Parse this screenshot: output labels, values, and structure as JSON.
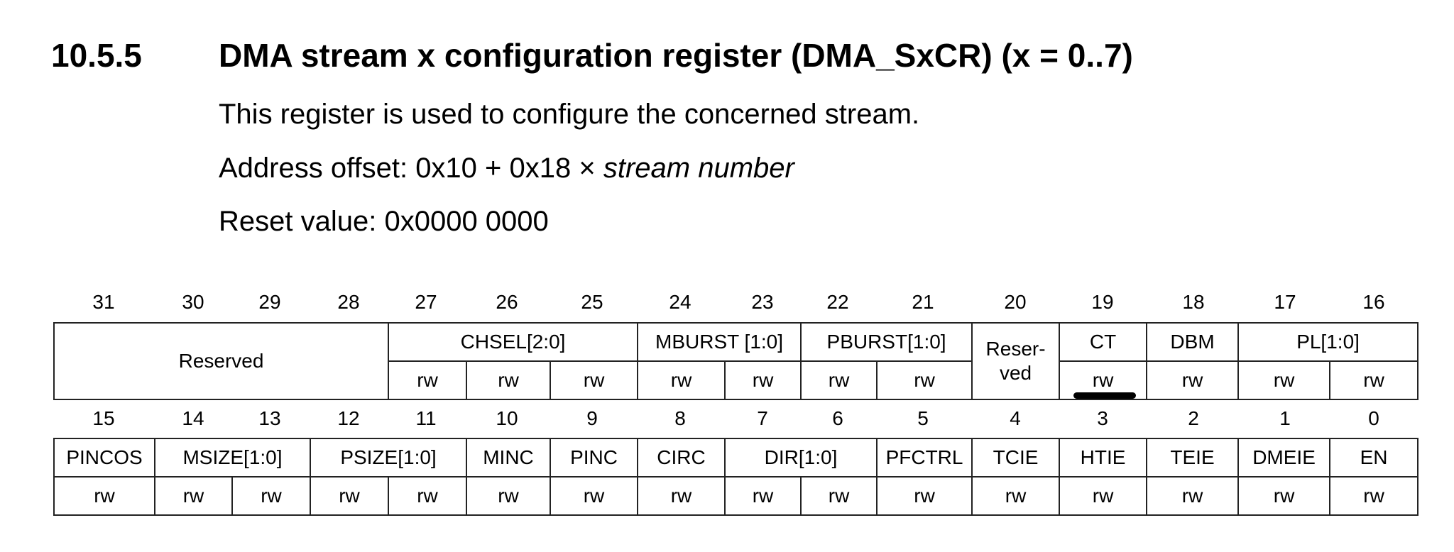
{
  "section": {
    "number": "10.5.5",
    "title": "DMA stream x configuration register (DMA_SxCR) (x = 0..7)"
  },
  "description": "This register is used to configure the concerned stream.",
  "address_offset": {
    "label": "Address offset: 0x10 + 0x18 × ",
    "italic": "stream number"
  },
  "reset_value": "Reset value: 0x0000 0000",
  "register": {
    "upper_bit_numbers": [
      "31",
      "30",
      "29",
      "28",
      "27",
      "26",
      "25",
      "24",
      "23",
      "22",
      "21",
      "20",
      "19",
      "18",
      "17",
      "16"
    ],
    "upper_fields": {
      "reserved": "Reserved",
      "chsel": "CHSEL[2:0]",
      "mburst": "MBURST [1:0]",
      "pburst": "PBURST[1:0]",
      "reserved_20_line1": "Reser-",
      "reserved_20_line2": "ved",
      "ct": "CT",
      "dbm": "DBM",
      "pl": "PL[1:0]"
    },
    "lower_bit_numbers": [
      "15",
      "14",
      "13",
      "12",
      "11",
      "10",
      "9",
      "8",
      "7",
      "6",
      "5",
      "4",
      "3",
      "2",
      "1",
      "0"
    ],
    "lower_fields": {
      "pincos": "PINCOS",
      "msize": "MSIZE[1:0]",
      "psize": "PSIZE[1:0]",
      "minc": "MINC",
      "pinc": "PINC",
      "circ": "CIRC",
      "dir": "DIR[1:0]",
      "pfctrl": "PFCTRL",
      "tcie": "TCIE",
      "htie": "HTIE",
      "teie": "TEIE",
      "dmeie": "DMEIE",
      "en": "EN"
    },
    "access": "rw"
  }
}
